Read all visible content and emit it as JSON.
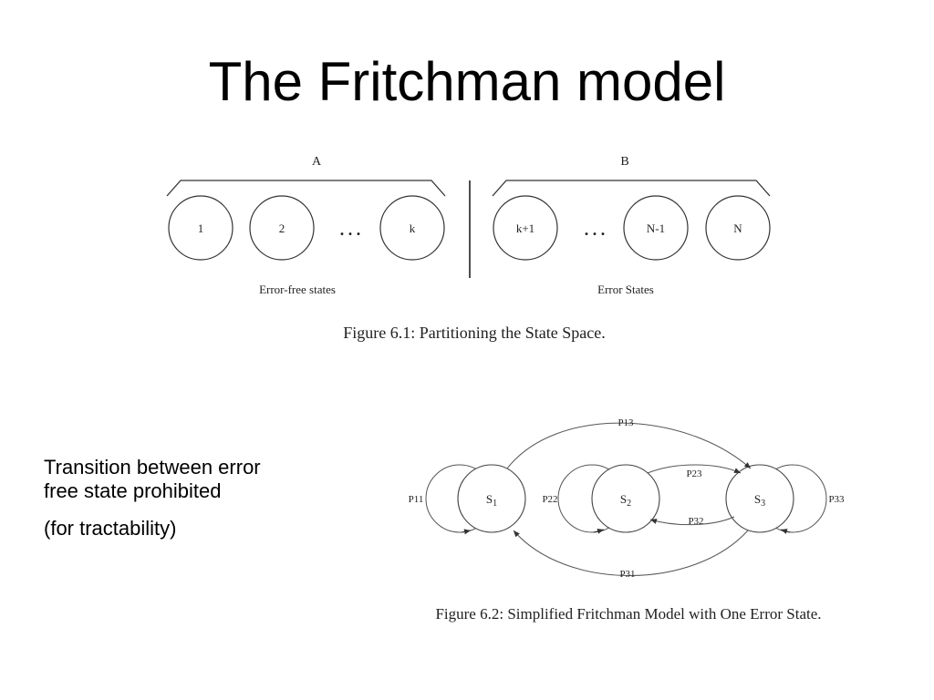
{
  "slide": {
    "title": "The Fritchman model",
    "note_line1": "Transition between error",
    "note_line2": "free state prohibited",
    "note_line3": "(for tractability)"
  },
  "figure1": {
    "group_a": "A",
    "group_b": "B",
    "states_a": [
      "1",
      "2",
      "k"
    ],
    "states_b": [
      "k+1",
      "N-1",
      "N"
    ],
    "ellipsis": ". . .",
    "label_a": "Error-free states",
    "label_b": "Error States",
    "caption": "Figure 6.1:  Partitioning the State Space."
  },
  "figure2": {
    "state_base": "S",
    "state1_sub": "1",
    "state2_sub": "2",
    "state3_sub": "3",
    "p11": "P11",
    "p22": "P22",
    "p33": "P33",
    "p13": "P13",
    "p23": "P23",
    "p32": "P32",
    "p31": "P31",
    "caption": "Figure 6.2:  Simplified Fritchman Model with One Error State."
  }
}
